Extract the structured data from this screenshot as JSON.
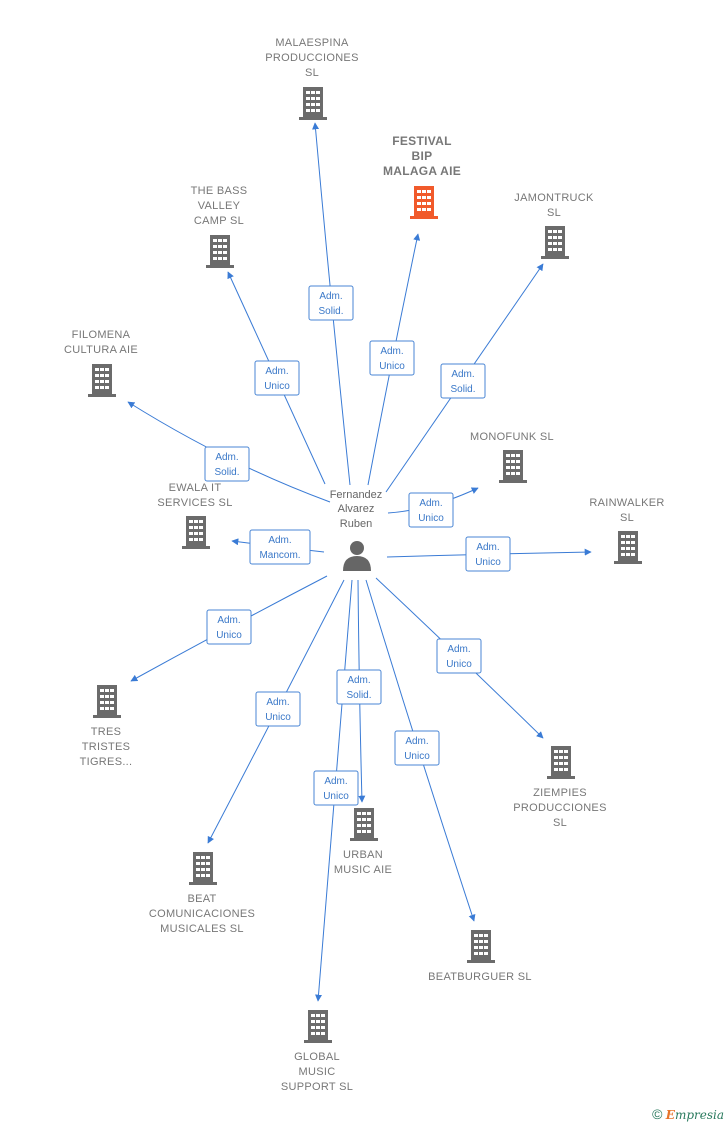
{
  "colors": {
    "edge": "#3a7bd5",
    "building": "#6b6b6b",
    "highlight": "#f15a2b",
    "person": "#666666"
  },
  "person": {
    "lines": [
      "Fernandez",
      "Alvarez",
      "Ruben"
    ],
    "icon": "person-icon"
  },
  "companies": [
    {
      "id": "malaespina",
      "lines": [
        "MALAESPINA",
        "PRODUCCIONES",
        "SL"
      ],
      "role": [
        "Adm.",
        "Solid."
      ]
    },
    {
      "id": "festival-bip",
      "lines": [
        "FESTIVAL",
        "BIP",
        "MALAGA AIE"
      ],
      "role": [
        "Adm.",
        "Unico"
      ],
      "highlight": true
    },
    {
      "id": "the-bass-valley",
      "lines": [
        "THE BASS",
        "VALLEY",
        "CAMP  SL"
      ],
      "role": [
        "Adm.",
        "Unico"
      ]
    },
    {
      "id": "jamontruck",
      "lines": [
        "JAMONTRUCK",
        "SL"
      ],
      "role": [
        "Adm.",
        "Solid."
      ]
    },
    {
      "id": "filomena",
      "lines": [
        "FILOMENA",
        "CULTURA AIE"
      ],
      "role": [
        "Adm.",
        "Solid."
      ]
    },
    {
      "id": "monofunk",
      "lines": [
        "MONOFUNK SL"
      ],
      "role": [
        "Adm.",
        "Unico"
      ]
    },
    {
      "id": "ewala-it",
      "lines": [
        "EWALA IT",
        "SERVICES  SL"
      ],
      "role": [
        "Adm.",
        "Mancom."
      ]
    },
    {
      "id": "rainwalker",
      "lines": [
        "RAINWALKER",
        "SL"
      ],
      "role": [
        "Adm.",
        "Unico"
      ]
    },
    {
      "id": "tres-tristes",
      "lines": [
        "TRES",
        "TRISTES",
        "TIGRES..."
      ],
      "role": [
        "Adm.",
        "Unico"
      ]
    },
    {
      "id": "ziempies",
      "lines": [
        "ZIEMPIES",
        "PRODUCCIONES",
        "SL"
      ],
      "role": [
        "Adm.",
        "Unico"
      ]
    },
    {
      "id": "urban-music",
      "lines": [
        "URBAN",
        "MUSIC AIE"
      ],
      "role": [
        "Adm.",
        "Solid."
      ]
    },
    {
      "id": "beat-comunicaciones",
      "lines": [
        "BEAT",
        "COMUNICACIONES",
        "MUSICALES SL"
      ],
      "role": [
        "Adm.",
        "Unico"
      ]
    },
    {
      "id": "beatburguer",
      "lines": [
        "BEATBURGUER SL"
      ],
      "role": [
        "Adm.",
        "Unico"
      ]
    },
    {
      "id": "global-music",
      "lines": [
        "GLOBAL",
        "MUSIC",
        "SUPPORT  SL"
      ],
      "role": [
        "Adm.",
        "Unico"
      ]
    }
  ],
  "brand": {
    "symbol": "©",
    "first": "E",
    "rest": "mpresia"
  }
}
